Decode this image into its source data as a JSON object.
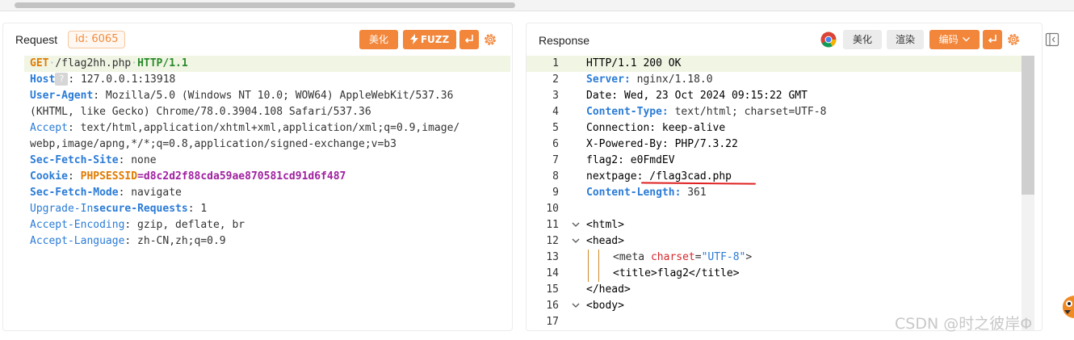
{
  "request": {
    "title": "Request",
    "id_label": "id: 6065",
    "buttons": {
      "beautify": "美化",
      "fuzz": "FUZZ"
    },
    "lines": [
      {
        "method": "GET",
        "path": "/flag2hh.php",
        "protocol": "HTTP/1.1"
      },
      {
        "key": "Host",
        "help": "?",
        "value": ": 127.0.0.1:13918"
      },
      {
        "key": "User-Agent",
        "value": ": Mozilla/5.0 (Windows NT 10.0; WOW64) AppleWebKit/537.36"
      },
      {
        "cont": "(KHTML, like Gecko) Chrome/78.0.3904.108 Safari/537.36"
      },
      {
        "key": "Accept",
        "value": ": text/html,application/xhtml+xml,application/xml;q=0.9,image/"
      },
      {
        "cont": "webp,image/apng,*/*;q=0.8,application/signed-exchange;v=b3"
      },
      {
        "key": "Sec-Fetch-Site",
        "value": ": none"
      },
      {
        "key": "Cookie",
        "sep": ": ",
        "cookie_name": "PHPSESSID",
        "cookie_value": "=d8c2d2f88cda59ae870581cd91d6f487"
      },
      {
        "key": "Sec-Fetch-Mode",
        "value": ": navigate"
      },
      {
        "key_a": "Upgrade-In",
        "key_b": "secure-Requests",
        "value": ": 1"
      },
      {
        "key": "Accept-Encoding",
        "value": ": gzip, deflate, br"
      },
      {
        "key": "Accept-Language",
        "value": ": zh-CN,zh;q=0.9"
      }
    ]
  },
  "response": {
    "title": "Response",
    "buttons": {
      "beautify": "美化",
      "render": "渲染",
      "encoding": "编码"
    },
    "line_numbers": [
      "1",
      "2",
      "3",
      "4",
      "5",
      "6",
      "7",
      "8",
      "9",
      "10",
      "11",
      "12",
      "13",
      "14",
      "15",
      "16",
      "17"
    ],
    "lines": {
      "l1": "HTTP/1.1 200 OK",
      "l2_key": "Server:",
      "l2_val": " nginx/1.18.0",
      "l3": "Date: Wed, 23 Oct 2024 09:15:22 GMT",
      "l4_key": "Content-Type:",
      "l4_val": " text/html; charset=UTF-8",
      "l5": "Connection: keep-alive",
      "l6": "X-Powered-By: PHP/7.3.22",
      "l7": "flag2: e0FmdEV",
      "l8": "nextpage: /flag3cad.php",
      "l9_key": "Content-Length:",
      "l9_val": " 361",
      "l11": "<html>",
      "l12": "<head>",
      "l13_open": "<meta ",
      "l13_attr": "charset",
      "l13_eq": "=",
      "l13_str": "\"UTF-8\"",
      "l13_close": ">",
      "l14": "<title>flag2</title>",
      "l15": "</head>",
      "l16": "<body>"
    }
  },
  "watermark": "CSDN @时之彼岸Φ",
  "colors": {
    "accent": "#f2863a",
    "key_blue": "#2a7bd6",
    "highlight_row": "#f0f5e4",
    "annotation_red": "#e02020"
  },
  "icons": [
    "gear-icon",
    "enter-icon",
    "lightning-icon",
    "chrome-icon",
    "chevron-down-icon",
    "sidebar-toggle-icon"
  ]
}
